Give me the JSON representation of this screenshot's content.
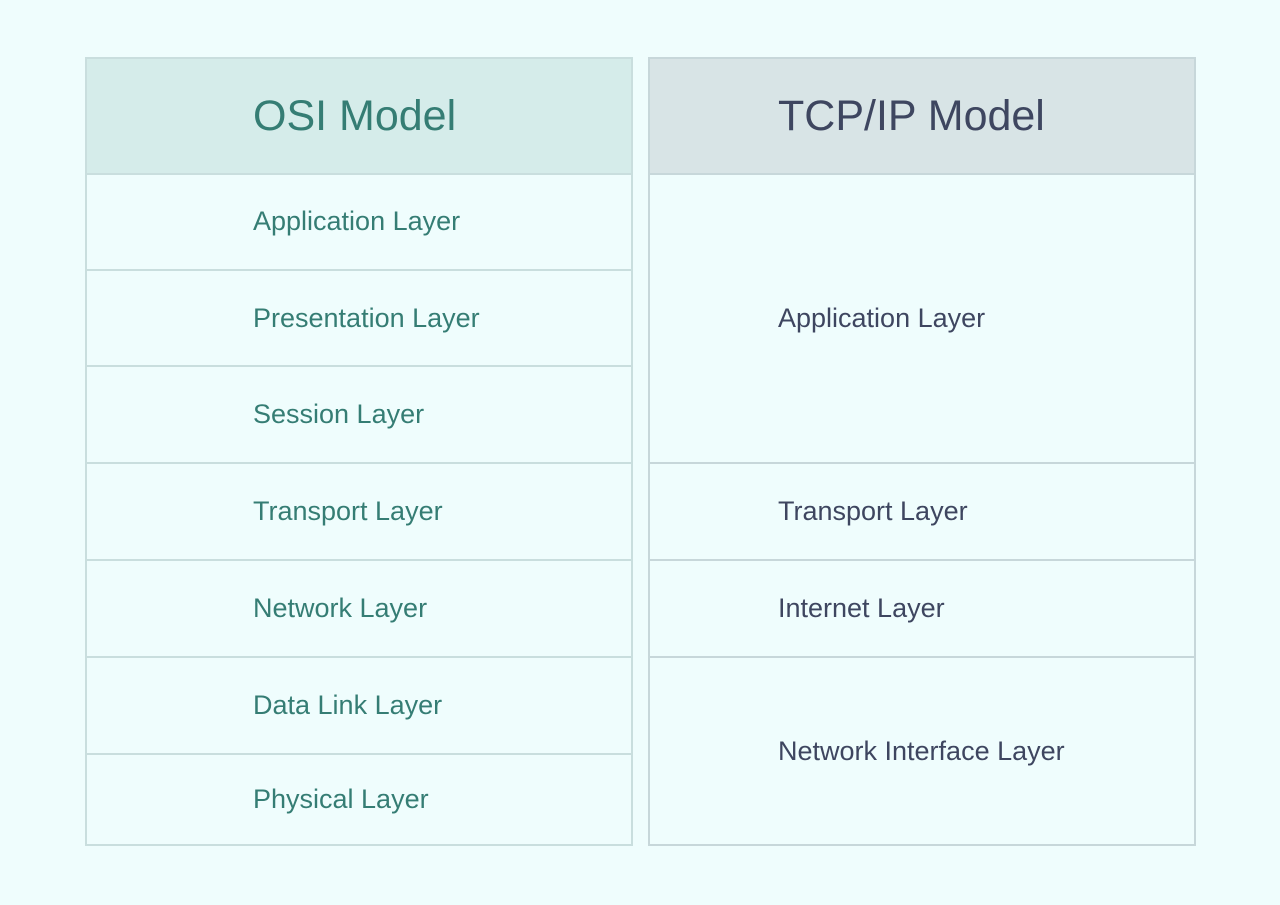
{
  "osi": {
    "title": "OSI Model",
    "layers": [
      "Application Layer",
      "Presentation Layer",
      "Session Layer",
      "Transport Layer",
      "Network Layer",
      "Data Link Layer",
      "Physical Layer"
    ]
  },
  "tcpip": {
    "title": "TCP/IP Model",
    "layers": [
      "Application Layer",
      "Transport Layer",
      "Internet Layer",
      "Network Interface Layer"
    ]
  },
  "colors": {
    "background": "#effdfd",
    "osi_header_bg": "#d5ecea",
    "osi_text": "#357d74",
    "tcp_header_bg": "#d8e4e6",
    "tcp_text": "#3e4660",
    "border": "#c9dede"
  }
}
